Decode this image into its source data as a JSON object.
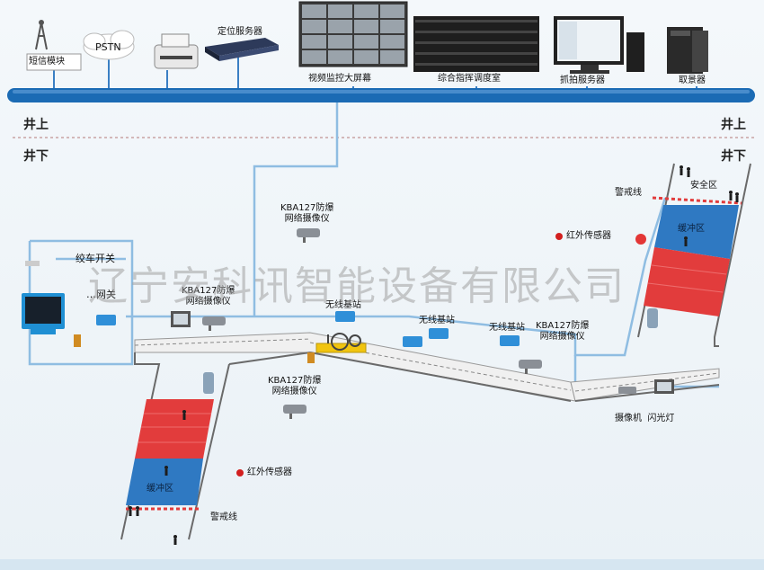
{
  "top_devices": {
    "sms_module": "短信模块",
    "pstn": "PSTN",
    "positioning_server": "定位服务器",
    "video_wall": "视频监控大屏幕",
    "dispatch_room": "综合指挥调度室",
    "capture_server": "抓拍服务器",
    "grabber": "取景器"
  },
  "zones": {
    "above_left": "井上",
    "above_right": "井上",
    "below_left": "井下",
    "below_right": "井下"
  },
  "underground": {
    "winch_switch": "绞车开关",
    "switch": "…网关",
    "camera_top": "KBA127防爆\n网络摄像仪",
    "camera_left": "KBA127防爆\n网络摄像仪",
    "camera_mid": "KBA127防爆\n网络摄像仪",
    "camera_right": "KBA127防爆\n网络摄像仪",
    "base_station_1": "无线基站",
    "base_station_2": "无线基站",
    "base_station_3": "无线基站",
    "ir_sensor_top": "红外传感器",
    "ir_sensor_bottom": "红外传感器",
    "warning_line_top": "警戒线",
    "warning_line_bottom": "警戒线",
    "safe_zone": "安全区",
    "buffer_top": "缓冲区",
    "buffer_bottom": "缓冲区",
    "camera_flash": "摄像机  闪光灯"
  },
  "watermark": "辽宁安科讯智能设备有限公司",
  "colors": {
    "bus": "#1b6bb4",
    "red_zone": "#e23c3c",
    "blue_zone": "#2f79c2",
    "line": "#7fb3dc"
  }
}
